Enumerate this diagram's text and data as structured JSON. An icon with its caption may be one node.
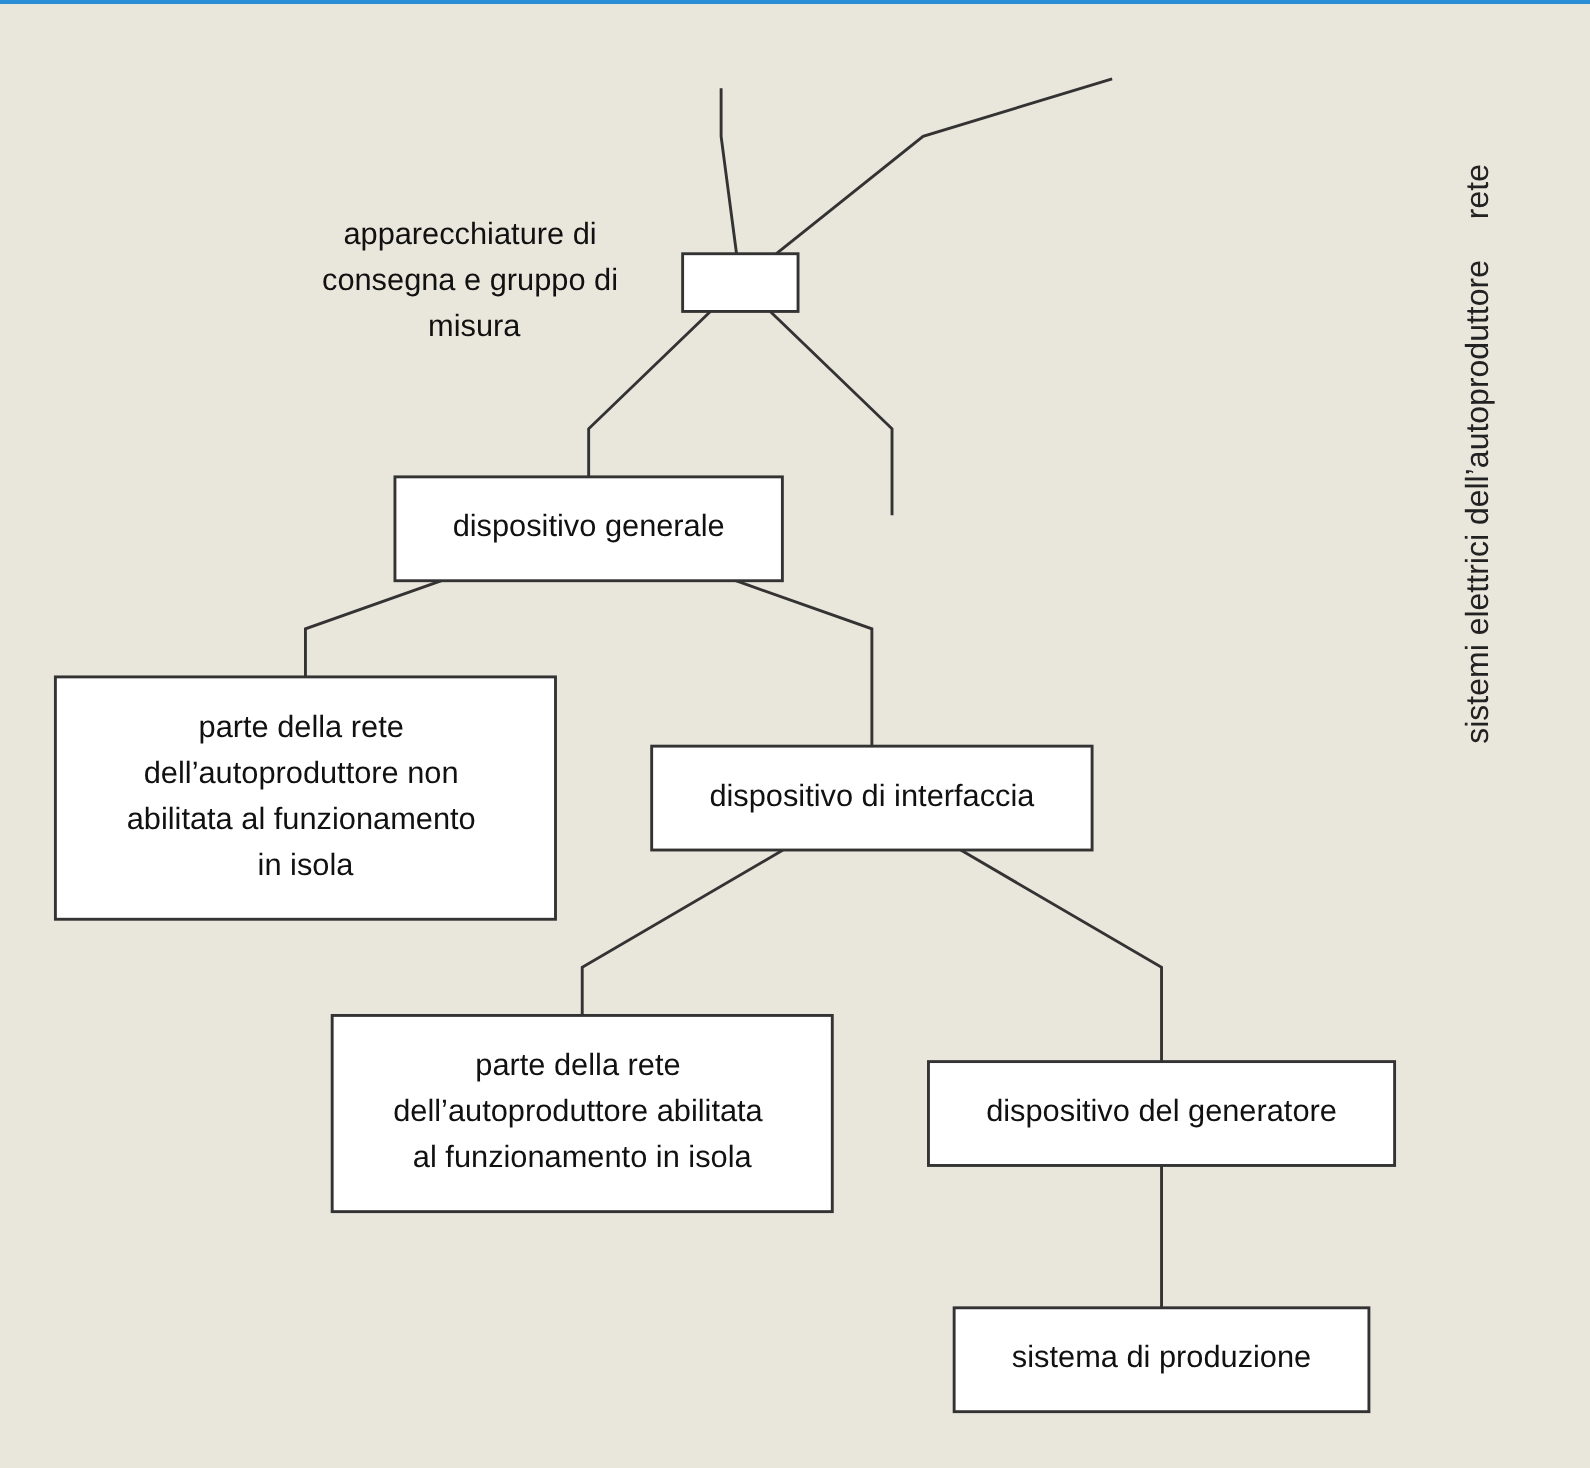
{
  "diagram": {
    "nodes": [
      {
        "text": [],
        "shape": "box",
        "beside": [
          "apparecchiature di consegna e gruppo di misura"
        ]
      },
      {
        "text": [
          "dispositivo generale"
        ]
      },
      {
        "text": [
          "parte della rete dell’autoproduttore non abilitata al funzionamento in isola"
        ]
      },
      {
        "text": [
          "dispositivo di interfaccia"
        ]
      },
      {
        "text": [
          "parte della rete dell’autoproduttore abilitata al funzionamento in isola"
        ]
      },
      {
        "text": [
          "dispositivo del generatore"
        ]
      },
      {
        "text": [
          "sistema di produzione"
        ]
      }
    ],
    "edges": [
      {
        "from": null,
        "to": 0,
        "arrow": "none"
      },
      {
        "from": null,
        "to": 0,
        "arrow": "none"
      },
      {
        "from": 0,
        "to": null,
        "arrow": "none"
      },
      {
        "from": 0,
        "to": 1,
        "arrow": "none"
      },
      {
        "from": 1,
        "to": 2,
        "arrow": "none"
      },
      {
        "from": 1,
        "to": 3,
        "arrow": "none"
      },
      {
        "from": 3,
        "to": 4,
        "arrow": "none"
      },
      {
        "from": 3,
        "to": 5,
        "arrow": "none"
      },
      {
        "from": 5,
        "to": 6,
        "arrow": "none"
      }
    ],
    "labels": [
      "rete",
      "sistemi elettrici dell’autoproduttore"
    ]
  }
}
